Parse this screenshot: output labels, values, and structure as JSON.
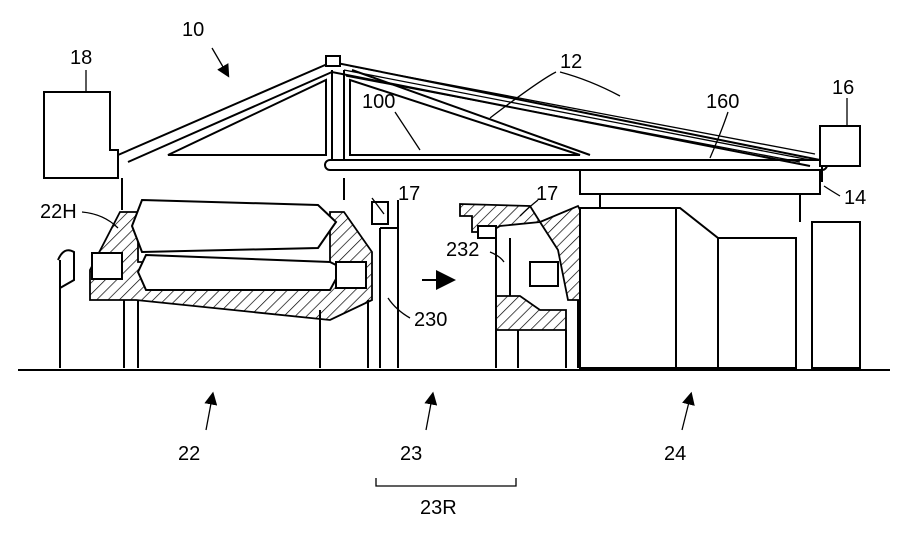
{
  "figure": {
    "labels": {
      "l10": "10",
      "l12": "12",
      "l14": "14",
      "l16": "16",
      "l17a": "17",
      "l17b": "17",
      "l18": "18",
      "l22": "22",
      "l22H": "22H",
      "l23": "23",
      "l23R": "23R",
      "l24": "24",
      "l100": "100",
      "l160": "160",
      "l230": "230",
      "l232": "232"
    }
  }
}
